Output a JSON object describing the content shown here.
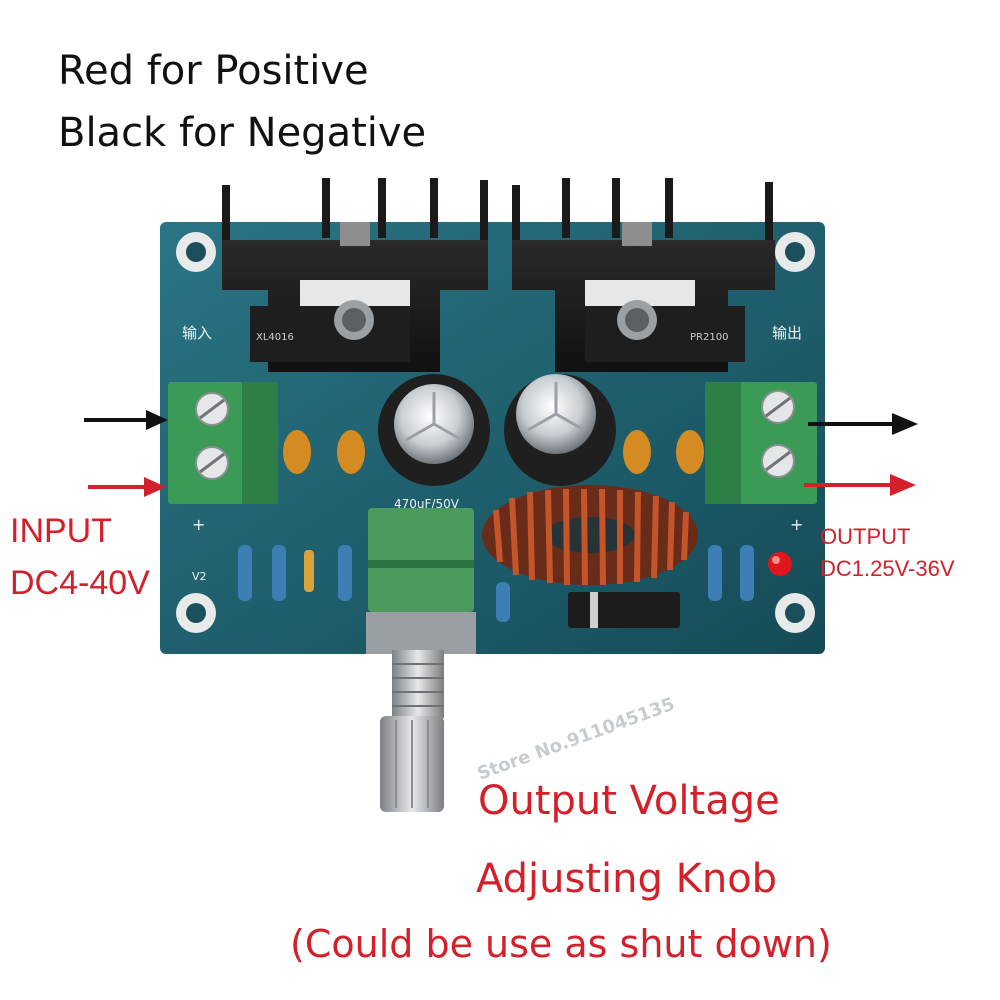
{
  "header": {
    "line1": "Red for Positive",
    "line2": "Black for Negative"
  },
  "input_label": {
    "line1": "INPUT",
    "line2": "DC4-40V"
  },
  "output_label": {
    "line1": "OUTPUT",
    "line2": "DC1.25V-36V"
  },
  "knob_caption": {
    "line1": "Output Voltage",
    "line2": "Adjusting Knob",
    "line3": "(Could be use as shut down)"
  },
  "watermark": "Store No.911045135",
  "board": {
    "label_input_cn": "输入",
    "label_output_cn": "输出",
    "chip_left": "XL4016",
    "chip_right": "PR2100",
    "cap_rating": "470uF/50V",
    "silk_v2": "V2",
    "silk_plus": "+"
  },
  "colors": {
    "accent_red": "#d4202a",
    "text_black": "#111111",
    "pcb": "#1f5f6e",
    "terminal_green": "#3b9a55"
  }
}
